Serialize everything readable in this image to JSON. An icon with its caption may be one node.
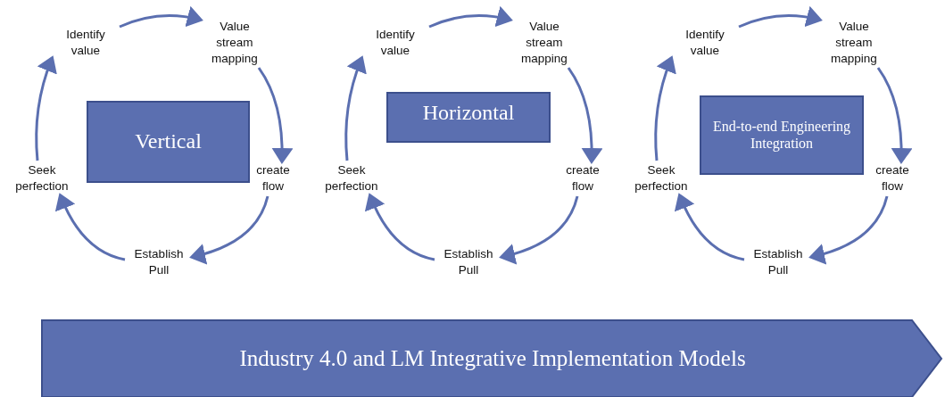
{
  "diagram": {
    "nodes": [
      {
        "text": [
          "Vertical"
        ]
      },
      {
        "text": [
          "Identify value"
        ]
      },
      {
        "text": [
          "Value stream mapping"
        ]
      },
      {
        "text": [
          "create flow"
        ]
      },
      {
        "text": [
          "Establish Pull"
        ]
      },
      {
        "text": [
          "Seek perfection"
        ]
      },
      {
        "text": [
          "Horizontal"
        ]
      },
      {
        "text": [
          "Identify value"
        ]
      },
      {
        "text": [
          "Value stream mapping"
        ]
      },
      {
        "text": [
          "create flow"
        ]
      },
      {
        "text": [
          "Establish Pull"
        ]
      },
      {
        "text": [
          "Seek perfection"
        ]
      },
      {
        "text": [
          "End-to-end Engineering Integration"
        ]
      },
      {
        "text": [
          "Identify value"
        ]
      },
      {
        "text": [
          "Value stream mapping"
        ]
      },
      {
        "text": [
          "create flow"
        ]
      },
      {
        "text": [
          "Establish Pull"
        ]
      },
      {
        "text": [
          "Seek perfection"
        ]
      },
      {
        "text": [
          "Industry 4.0 and LM Integrative Implementation Models"
        ]
      }
    ],
    "edges": [
      {
        "from": 1,
        "to": 2,
        "arrow": "to"
      },
      {
        "from": 2,
        "to": 3,
        "arrow": "to"
      },
      {
        "from": 3,
        "to": 4,
        "arrow": "to"
      },
      {
        "from": 4,
        "to": 5,
        "arrow": "to"
      },
      {
        "from": 5,
        "to": 1,
        "arrow": "to"
      },
      {
        "from": 7,
        "to": 8,
        "arrow": "to"
      },
      {
        "from": 8,
        "to": 9,
        "arrow": "to"
      },
      {
        "from": 9,
        "to": 10,
        "arrow": "to"
      },
      {
        "from": 10,
        "to": 11,
        "arrow": "to"
      },
      {
        "from": 11,
        "to": 7,
        "arrow": "to"
      },
      {
        "from": 13,
        "to": 14,
        "arrow": "to"
      },
      {
        "from": 14,
        "to": 15,
        "arrow": "to"
      },
      {
        "from": 15,
        "to": 16,
        "arrow": "to"
      },
      {
        "from": 16,
        "to": 17,
        "arrow": "to"
      },
      {
        "from": 17,
        "to": 13,
        "arrow": "to"
      }
    ]
  }
}
